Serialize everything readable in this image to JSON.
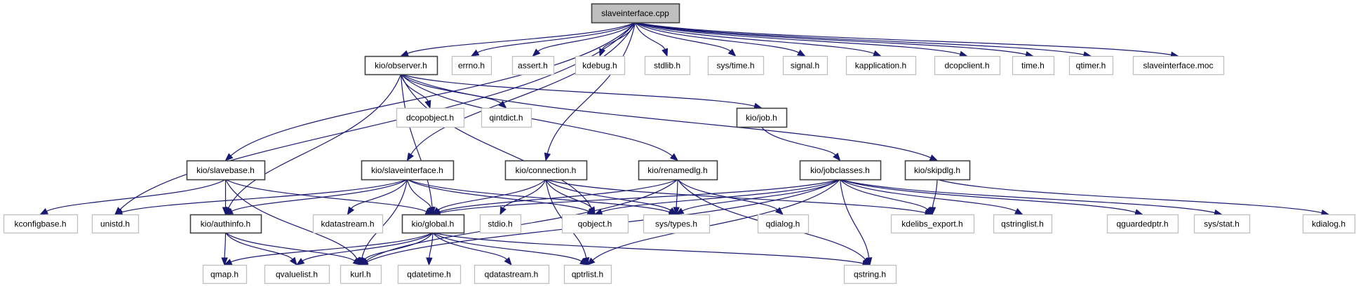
{
  "graph": {
    "title": "slaveinterface.cpp",
    "colors": {
      "edge": "#191970",
      "root_fill": "#bfbfbf",
      "doc_border": "#404040",
      "ext_border": "#bfbfbf"
    },
    "nodes": [
      {
        "id": "root",
        "label": "slaveinterface.cpp",
        "kind": "root"
      },
      {
        "id": "observer",
        "label": "kio/observer.h",
        "kind": "doc"
      },
      {
        "id": "errno",
        "label": "errno.h",
        "kind": "ext"
      },
      {
        "id": "assert",
        "label": "assert.h",
        "kind": "ext"
      },
      {
        "id": "kdebug",
        "label": "kdebug.h",
        "kind": "ext"
      },
      {
        "id": "stdlib",
        "label": "stdlib.h",
        "kind": "ext"
      },
      {
        "id": "systime",
        "label": "sys/time.h",
        "kind": "ext"
      },
      {
        "id": "signal",
        "label": "signal.h",
        "kind": "ext"
      },
      {
        "id": "kapplication",
        "label": "kapplication.h",
        "kind": "ext"
      },
      {
        "id": "dcopclient",
        "label": "dcopclient.h",
        "kind": "ext"
      },
      {
        "id": "time",
        "label": "time.h",
        "kind": "ext"
      },
      {
        "id": "qtimer",
        "label": "qtimer.h",
        "kind": "ext"
      },
      {
        "id": "moc",
        "label": "slaveinterface.moc",
        "kind": "ext"
      },
      {
        "id": "dcopobject",
        "label": "dcopobject.h",
        "kind": "ext"
      },
      {
        "id": "qintdict",
        "label": "qintdict.h",
        "kind": "ext"
      },
      {
        "id": "job",
        "label": "kio/job.h",
        "kind": "doc"
      },
      {
        "id": "slavebase",
        "label": "kio/slavebase.h",
        "kind": "doc"
      },
      {
        "id": "slaveinterface",
        "label": "kio/slaveinterface.h",
        "kind": "doc"
      },
      {
        "id": "connection",
        "label": "kio/connection.h",
        "kind": "doc"
      },
      {
        "id": "renamedlg",
        "label": "kio/renamedlg.h",
        "kind": "doc"
      },
      {
        "id": "jobclasses",
        "label": "kio/jobclasses.h",
        "kind": "doc"
      },
      {
        "id": "skipdlg",
        "label": "kio/skipdlg.h",
        "kind": "doc"
      },
      {
        "id": "kconfigbase",
        "label": "kconfigbase.h",
        "kind": "ext"
      },
      {
        "id": "unistd",
        "label": "unistd.h",
        "kind": "ext"
      },
      {
        "id": "authinfo",
        "label": "kio/authinfo.h",
        "kind": "doc"
      },
      {
        "id": "kdatastream",
        "label": "kdatastream.h",
        "kind": "ext"
      },
      {
        "id": "global",
        "label": "kio/global.h",
        "kind": "doc"
      },
      {
        "id": "stdio",
        "label": "stdio.h",
        "kind": "ext"
      },
      {
        "id": "qobject",
        "label": "qobject.h",
        "kind": "ext"
      },
      {
        "id": "systypes",
        "label": "sys/types.h",
        "kind": "ext"
      },
      {
        "id": "qdialog",
        "label": "qdialog.h",
        "kind": "ext"
      },
      {
        "id": "kdelibs_export",
        "label": "kdelibs_export.h",
        "kind": "ext"
      },
      {
        "id": "qstringlist",
        "label": "qstringlist.h",
        "kind": "ext"
      },
      {
        "id": "qguardedptr",
        "label": "qguardedptr.h",
        "kind": "ext"
      },
      {
        "id": "sysstat",
        "label": "sys/stat.h",
        "kind": "ext"
      },
      {
        "id": "kdialog",
        "label": "kdialog.h",
        "kind": "ext"
      },
      {
        "id": "qmap",
        "label": "qmap.h",
        "kind": "ext"
      },
      {
        "id": "qvaluelist",
        "label": "qvaluelist.h",
        "kind": "ext"
      },
      {
        "id": "kurl",
        "label": "kurl.h",
        "kind": "ext"
      },
      {
        "id": "qdatetime",
        "label": "qdatetime.h",
        "kind": "ext"
      },
      {
        "id": "qdatastream",
        "label": "qdatastream.h",
        "kind": "ext"
      },
      {
        "id": "qptrlist",
        "label": "qptrlist.h",
        "kind": "ext"
      },
      {
        "id": "qstring",
        "label": "qstring.h",
        "kind": "ext"
      }
    ],
    "edges": [
      [
        "root",
        "observer"
      ],
      [
        "root",
        "errno"
      ],
      [
        "root",
        "assert"
      ],
      [
        "root",
        "kdebug"
      ],
      [
        "root",
        "stdlib"
      ],
      [
        "root",
        "systime"
      ],
      [
        "root",
        "signal"
      ],
      [
        "root",
        "kapplication"
      ],
      [
        "root",
        "dcopclient"
      ],
      [
        "root",
        "time"
      ],
      [
        "root",
        "qtimer"
      ],
      [
        "root",
        "moc"
      ],
      [
        "root",
        "slavebase"
      ],
      [
        "root",
        "slaveinterface"
      ],
      [
        "root",
        "connection"
      ],
      [
        "root",
        "unistd"
      ],
      [
        "observer",
        "dcopobject"
      ],
      [
        "observer",
        "qintdict"
      ],
      [
        "observer",
        "job"
      ],
      [
        "observer",
        "renamedlg"
      ],
      [
        "observer",
        "skipdlg"
      ],
      [
        "observer",
        "authinfo"
      ],
      [
        "observer",
        "global"
      ],
      [
        "observer",
        "qobject"
      ],
      [
        "job",
        "jobclasses"
      ],
      [
        "slavebase",
        "kconfigbase"
      ],
      [
        "slavebase",
        "authinfo"
      ],
      [
        "slavebase",
        "global"
      ],
      [
        "slavebase",
        "kurl"
      ],
      [
        "slaveinterface",
        "unistd"
      ],
      [
        "slaveinterface",
        "authinfo"
      ],
      [
        "slaveinterface",
        "kdatastream"
      ],
      [
        "slaveinterface",
        "global"
      ],
      [
        "slaveinterface",
        "qobject"
      ],
      [
        "slaveinterface",
        "systypes"
      ],
      [
        "slaveinterface",
        "kurl"
      ],
      [
        "connection",
        "global"
      ],
      [
        "connection",
        "stdio"
      ],
      [
        "connection",
        "qobject"
      ],
      [
        "connection",
        "systypes"
      ],
      [
        "connection",
        "kdelibs_export"
      ],
      [
        "connection",
        "qptrlist"
      ],
      [
        "renamedlg",
        "global"
      ],
      [
        "renamedlg",
        "systypes"
      ],
      [
        "renamedlg",
        "qdialog"
      ],
      [
        "renamedlg",
        "qstring"
      ],
      [
        "renamedlg",
        "kurl"
      ],
      [
        "jobclasses",
        "global"
      ],
      [
        "jobclasses",
        "qobject"
      ],
      [
        "jobclasses",
        "systypes"
      ],
      [
        "jobclasses",
        "kdelibs_export"
      ],
      [
        "jobclasses",
        "qstringlist"
      ],
      [
        "jobclasses",
        "qguardedptr"
      ],
      [
        "jobclasses",
        "sysstat"
      ],
      [
        "jobclasses",
        "kurl"
      ],
      [
        "jobclasses",
        "qptrlist"
      ],
      [
        "jobclasses",
        "qstring"
      ],
      [
        "skipdlg",
        "kdelibs_export"
      ],
      [
        "skipdlg",
        "kdialog"
      ],
      [
        "authinfo",
        "qmap"
      ],
      [
        "authinfo",
        "qvaluelist"
      ],
      [
        "authinfo",
        "kurl"
      ],
      [
        "global",
        "qmap"
      ],
      [
        "global",
        "qvaluelist"
      ],
      [
        "global",
        "kurl"
      ],
      [
        "global",
        "qdatetime"
      ],
      [
        "global",
        "qdatastream"
      ],
      [
        "global",
        "qptrlist"
      ],
      [
        "global",
        "qstring"
      ]
    ]
  }
}
